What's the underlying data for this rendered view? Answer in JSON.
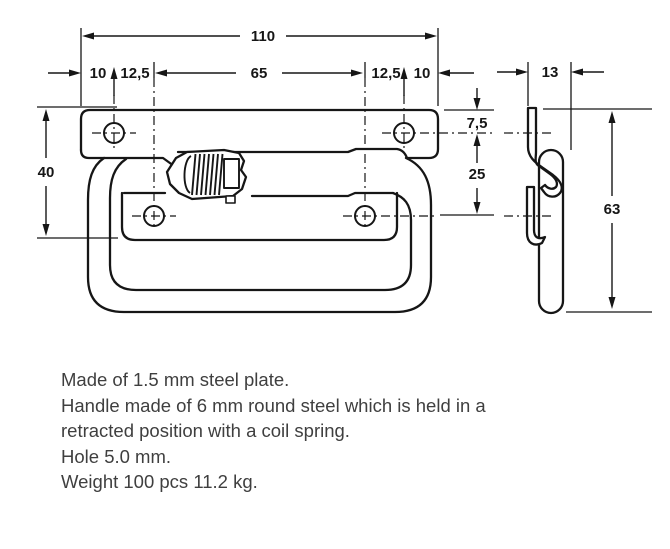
{
  "drawing": {
    "dim_total_width": "110",
    "dim_edge_left": "10",
    "dim_offset_left": "12,5",
    "dim_center_span": "65",
    "dim_offset_right": "12,5",
    "dim_edge_right": "10",
    "dim_side_depth": "13",
    "dim_top_to_hole": "7,5",
    "dim_hole_spacing": "25",
    "dim_plate_height": "40",
    "dim_total_height": "63"
  },
  "description": {
    "lines": [
      "Made of 1.5 mm steel plate.",
      "Handle made of 6 mm round steel which is held in a",
      "retracted position with a coil spring.",
      "Hole 5.0 mm.",
      "Weight 100 pcs 11.2 kg."
    ]
  }
}
